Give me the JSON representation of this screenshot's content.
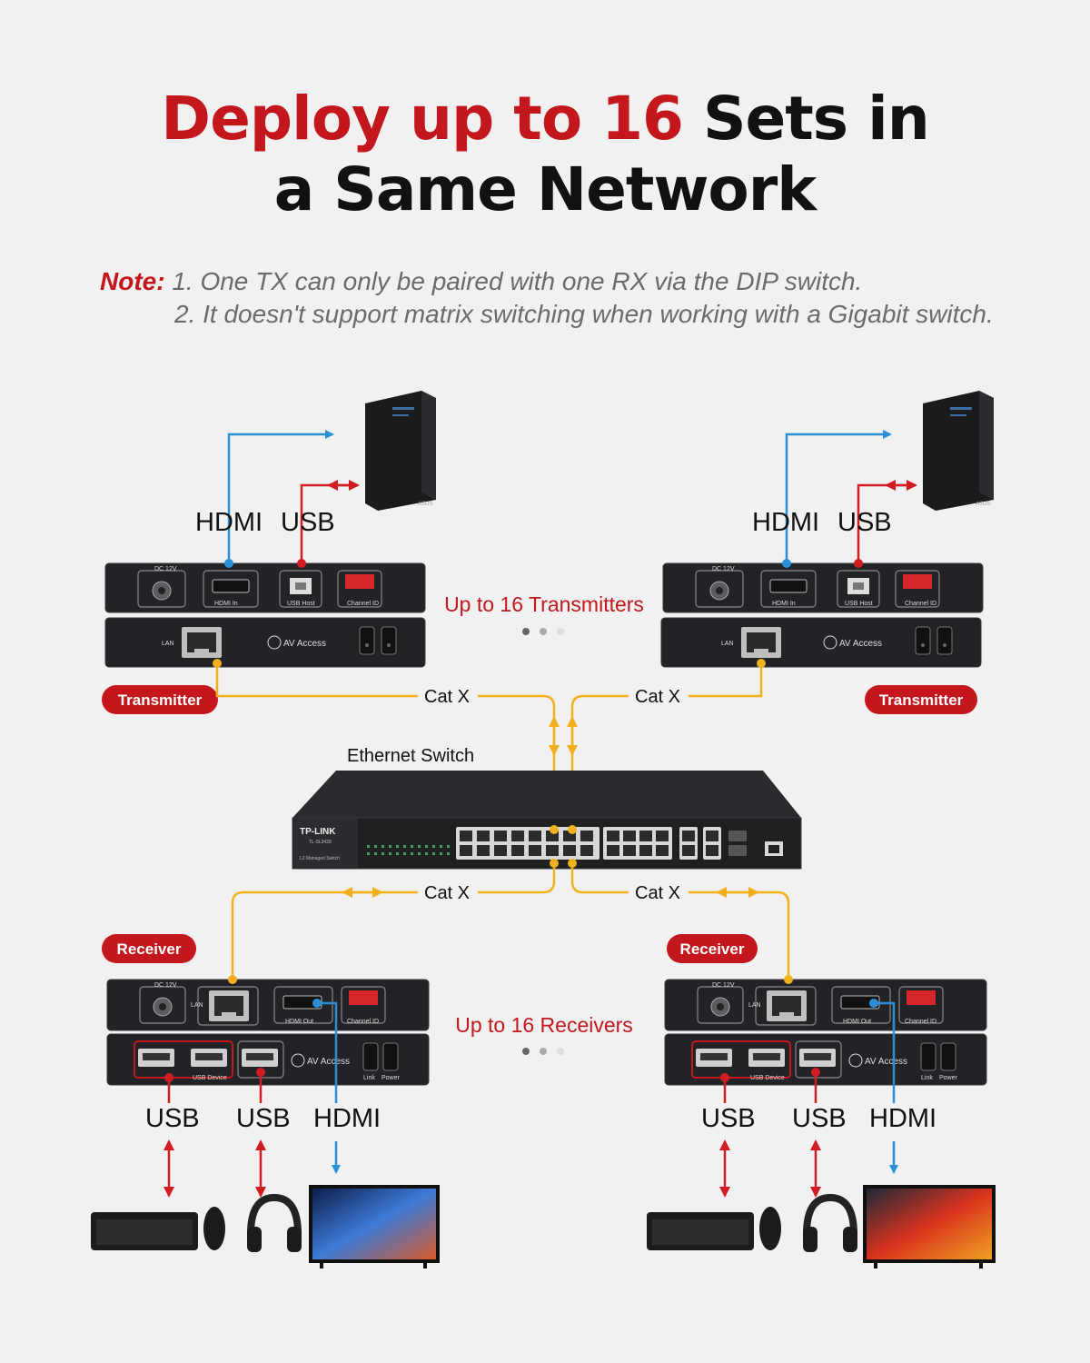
{
  "title": {
    "line1_red": "Deploy up to 16",
    "line1_black": " Sets in",
    "line2": "a Same Network"
  },
  "note": {
    "label": "Note:",
    "line1": "1. One TX can only be paired with one RX via the DIP switch.",
    "line2": "2. It doesn't support matrix switching when working with a Gigabit switch."
  },
  "diagram": {
    "hdmi": "HDMI",
    "usb": "USB",
    "transmitter": "Transmitter",
    "receiver": "Receiver",
    "cat": "Cat X",
    "switch_label": "Ethernet Switch",
    "up_tx": "Up to 16 Transmitters",
    "up_rx": "Up to 16 Receivers",
    "dc": "DC 12V",
    "hdmi_in": "HDMI In",
    "hdmi_out": "HDMI Out",
    "usb_host": "USB Host",
    "usb_device": "USB Device",
    "channel_id": "Channel ID",
    "lan": "LAN",
    "av_access": "AV Access",
    "link": "Link",
    "power": "Power",
    "switch_brand": "TP-LINK",
    "switch_model": "TL-SL3428",
    "switch_desc": "L2 Managed Switch",
    "pc_brand": "ASUS"
  },
  "colors": {
    "red": "#c3171d",
    "hdmi_line": "#2b8fd8",
    "cat_line": "#f0b11c",
    "usb_line": "#d01c22"
  }
}
